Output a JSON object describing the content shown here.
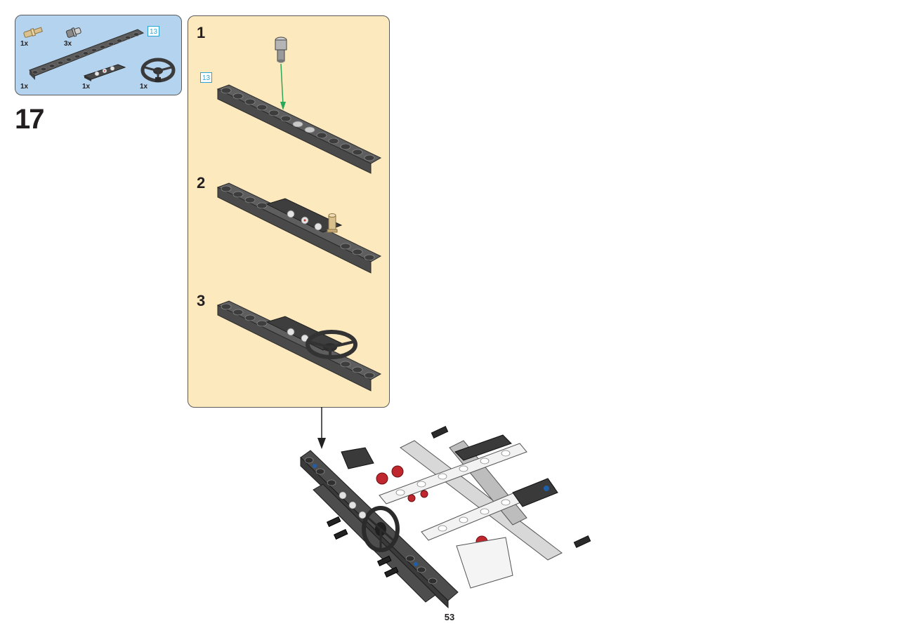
{
  "parts_list": {
    "items": [
      {
        "icon": "tan-axle-pin-icon",
        "quantity": "1x"
      },
      {
        "icon": "grey-bush-pin-icon",
        "quantity": "3x"
      },
      {
        "icon": "dark-grey-beam-13-icon",
        "quantity": "1x",
        "length_badge": "13"
      },
      {
        "icon": "dashboard-tile-icon",
        "quantity": "1x"
      },
      {
        "icon": "steering-wheel-icon",
        "quantity": "1x"
      }
    ]
  },
  "step": {
    "number": "17"
  },
  "callout": {
    "substeps": [
      {
        "number": "1",
        "length_badge": "13"
      },
      {
        "number": "2"
      },
      {
        "number": "3"
      }
    ]
  },
  "colors": {
    "parts_bg": "#b4d3ef",
    "callout_bg": "#fde9be",
    "beam_dark_grey": "#5b5b5b",
    "insert_arrow": "#2aa85a",
    "badge": "#29a3d6"
  },
  "page": {
    "number": "53"
  }
}
